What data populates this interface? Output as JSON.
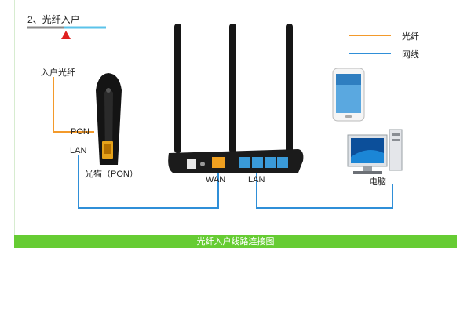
{
  "step": {
    "title": "2、光纤入户"
  },
  "legend": {
    "fiber": {
      "label": "光纤",
      "color": "#f39a2b"
    },
    "network": {
      "label": "网线",
      "color": "#2f8fd8"
    }
  },
  "modem": {
    "fiber_in_label": "入户光纤",
    "pon_port_label": "PON",
    "lan_port_label": "LAN",
    "device_label": "光猫（PON）"
  },
  "router": {
    "wan_label": "WAN",
    "lan_label": "LAN"
  },
  "computer": {
    "label": "电脑"
  },
  "caption": "光纤入户线路连接图",
  "colors": {
    "accent_green": "#66cc33",
    "warning_red": "#e02020"
  }
}
